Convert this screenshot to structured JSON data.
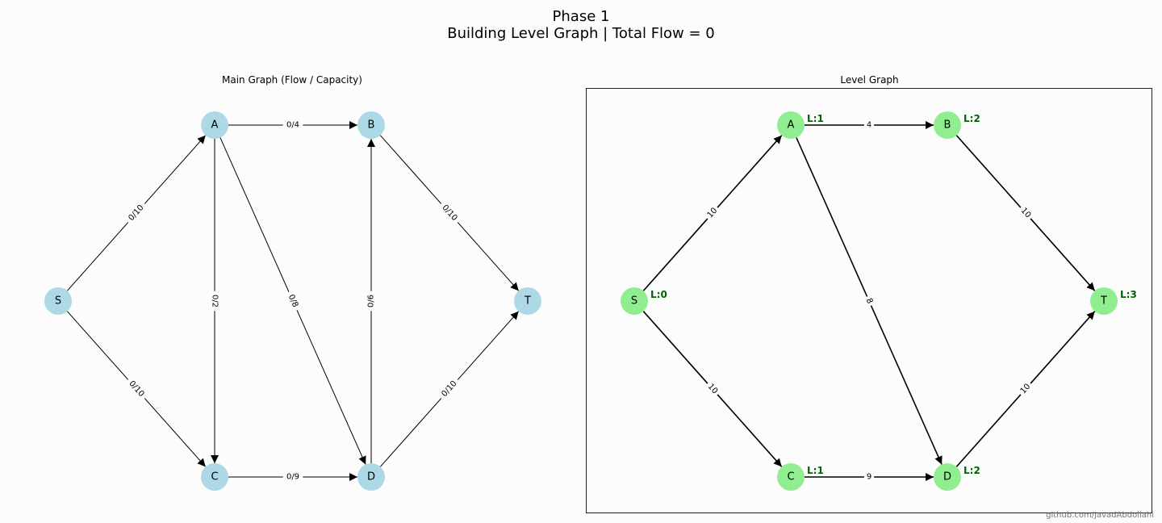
{
  "title": {
    "line1": "Phase 1",
    "line2": "Building Level Graph | Total Flow = 0"
  },
  "main_graph": {
    "title": "Main Graph (Flow / Capacity)",
    "node_color": "#add8e6",
    "nodes": [
      "S",
      "A",
      "B",
      "C",
      "D",
      "T"
    ],
    "edges": [
      {
        "from": "S",
        "to": "A",
        "label": "0/10"
      },
      {
        "from": "S",
        "to": "C",
        "label": "0/10"
      },
      {
        "from": "A",
        "to": "B",
        "label": "0/4"
      },
      {
        "from": "A",
        "to": "C",
        "label": "0/2"
      },
      {
        "from": "A",
        "to": "D",
        "label": "0/8"
      },
      {
        "from": "D",
        "to": "B",
        "label": "0/6"
      },
      {
        "from": "B",
        "to": "T",
        "label": "0/10"
      },
      {
        "from": "C",
        "to": "D",
        "label": "0/9"
      },
      {
        "from": "D",
        "to": "T",
        "label": "0/10"
      }
    ]
  },
  "level_graph": {
    "title": "Level Graph",
    "node_color": "#90ee90",
    "level_color": "#006400",
    "nodes": [
      {
        "id": "S",
        "level": "L:0"
      },
      {
        "id": "A",
        "level": "L:1"
      },
      {
        "id": "B",
        "level": "L:2"
      },
      {
        "id": "C",
        "level": "L:1"
      },
      {
        "id": "D",
        "level": "L:2"
      },
      {
        "id": "T",
        "level": "L:3"
      }
    ],
    "edges": [
      {
        "from": "S",
        "to": "A",
        "label": "10"
      },
      {
        "from": "S",
        "to": "C",
        "label": "10"
      },
      {
        "from": "A",
        "to": "B",
        "label": "4"
      },
      {
        "from": "A",
        "to": "D",
        "label": "8"
      },
      {
        "from": "B",
        "to": "T",
        "label": "10"
      },
      {
        "from": "C",
        "to": "D",
        "label": "9"
      },
      {
        "from": "D",
        "to": "T",
        "label": "10"
      }
    ]
  },
  "watermark": "github.com/JavadAbdollahi"
}
